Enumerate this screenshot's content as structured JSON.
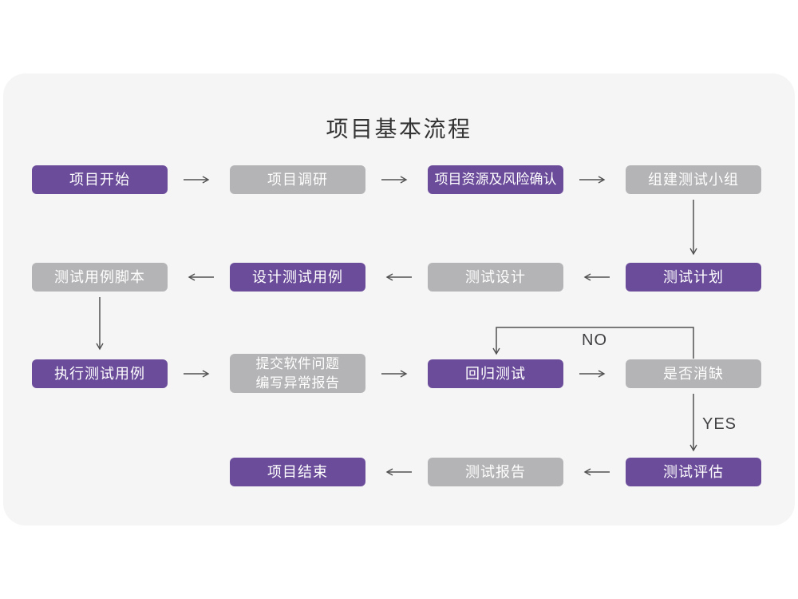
{
  "title": "项目基本流程",
  "colors": {
    "page-bg": "#ffffff",
    "card-bg": "#f6f5f6",
    "purple": "#6B4C9A",
    "gray": "#B4B3B5",
    "node-text": "#ffffff",
    "arrow": "#515151",
    "title-text": "#333333",
    "label-text": "#414143"
  },
  "flow": {
    "nodes": [
      {
        "id": "project-start",
        "label": "项目开始",
        "variant": "purple"
      },
      {
        "id": "project-research",
        "label": "项目调研",
        "variant": "gray"
      },
      {
        "id": "resources-risk-confirm",
        "label": "项目资源及风险确认",
        "variant": "purple"
      },
      {
        "id": "build-test-team",
        "label": "组建测试小组",
        "variant": "gray"
      },
      {
        "id": "test-plan",
        "label": "测试计划",
        "variant": "purple"
      },
      {
        "id": "test-design",
        "label": "测试设计",
        "variant": "gray"
      },
      {
        "id": "design-test-cases",
        "label": "设计测试用例",
        "variant": "purple"
      },
      {
        "id": "test-case-scripts",
        "label": "测试用例脚本",
        "variant": "gray"
      },
      {
        "id": "execute-test-cases",
        "label": "执行测试用例",
        "variant": "purple"
      },
      {
        "id": "submit-issue-report",
        "label": "提交软件问题\n编写异常报告",
        "variant": "gray"
      },
      {
        "id": "regression-test",
        "label": "回归测试",
        "variant": "purple"
      },
      {
        "id": "defect-eliminated",
        "label": "是否消缺",
        "variant": "gray"
      },
      {
        "id": "test-evaluation",
        "label": "测试评估",
        "variant": "purple"
      },
      {
        "id": "test-report",
        "label": "测试报告",
        "variant": "gray"
      },
      {
        "id": "project-end",
        "label": "项目结束",
        "variant": "purple"
      }
    ],
    "edge_labels": {
      "no": "NO",
      "yes": "YES"
    },
    "edges": [
      {
        "from": "项目开始",
        "to": "项目调研"
      },
      {
        "from": "项目调研",
        "to": "项目资源及风险确认"
      },
      {
        "from": "项目资源及风险确认",
        "to": "组建测试小组"
      },
      {
        "from": "组建测试小组",
        "to": "测试计划"
      },
      {
        "from": "测试计划",
        "to": "测试设计"
      },
      {
        "from": "测试设计",
        "to": "设计测试用例"
      },
      {
        "from": "设计测试用例",
        "to": "测试用例脚本"
      },
      {
        "from": "测试用例脚本",
        "to": "执行测试用例"
      },
      {
        "from": "执行测试用例",
        "to": "提交软件问题 编写异常报告"
      },
      {
        "from": "提交软件问题 编写异常报告",
        "to": "回归测试"
      },
      {
        "from": "回归测试",
        "to": "是否消缺"
      },
      {
        "from": "是否消缺",
        "to": "回归测试",
        "label": "NO"
      },
      {
        "from": "是否消缺",
        "to": "测试评估",
        "label": "YES"
      },
      {
        "from": "测试评估",
        "to": "测试报告"
      },
      {
        "from": "测试报告",
        "to": "项目结束"
      }
    ]
  }
}
